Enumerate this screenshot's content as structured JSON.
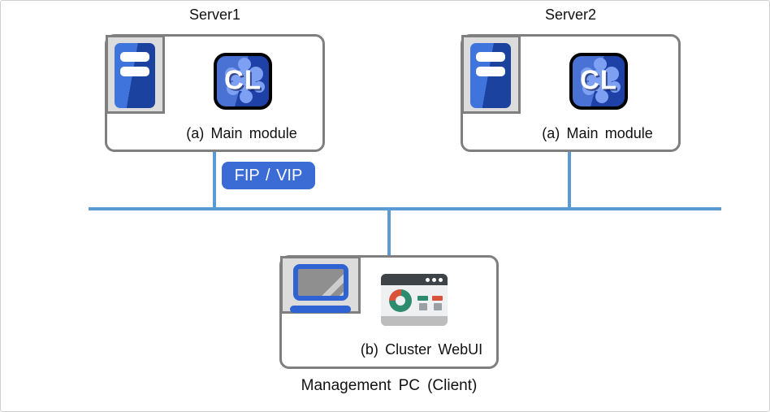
{
  "diagram": {
    "server1": {
      "title": "Server1",
      "module_label": "(a) Main module"
    },
    "server2": {
      "title": "Server2",
      "module_label": "(a) Main module"
    },
    "fip_badge_label": "FIP / VIP",
    "cl_logo_text": "CL",
    "management_pc": {
      "module_label": "(b) Cluster WebUI",
      "caption": "Management PC (Client)"
    },
    "icons": {
      "server_tower": "server-tower-icon",
      "cluster_logo": "cluster-logo-icon",
      "laptop": "laptop-icon",
      "browser_dashboard": "browser-dashboard-icon"
    },
    "colors": {
      "network_line": "#5b9bd5",
      "badge_blue": "#3b6bd5",
      "box_border": "#7f7f7f",
      "icon_blue_light": "#3f74dc",
      "icon_blue_dark": "#1c429f",
      "cl_blob_blue": "#7da0f2",
      "chart_teal": "#2e8b6e",
      "chart_red": "#d9533a"
    }
  }
}
